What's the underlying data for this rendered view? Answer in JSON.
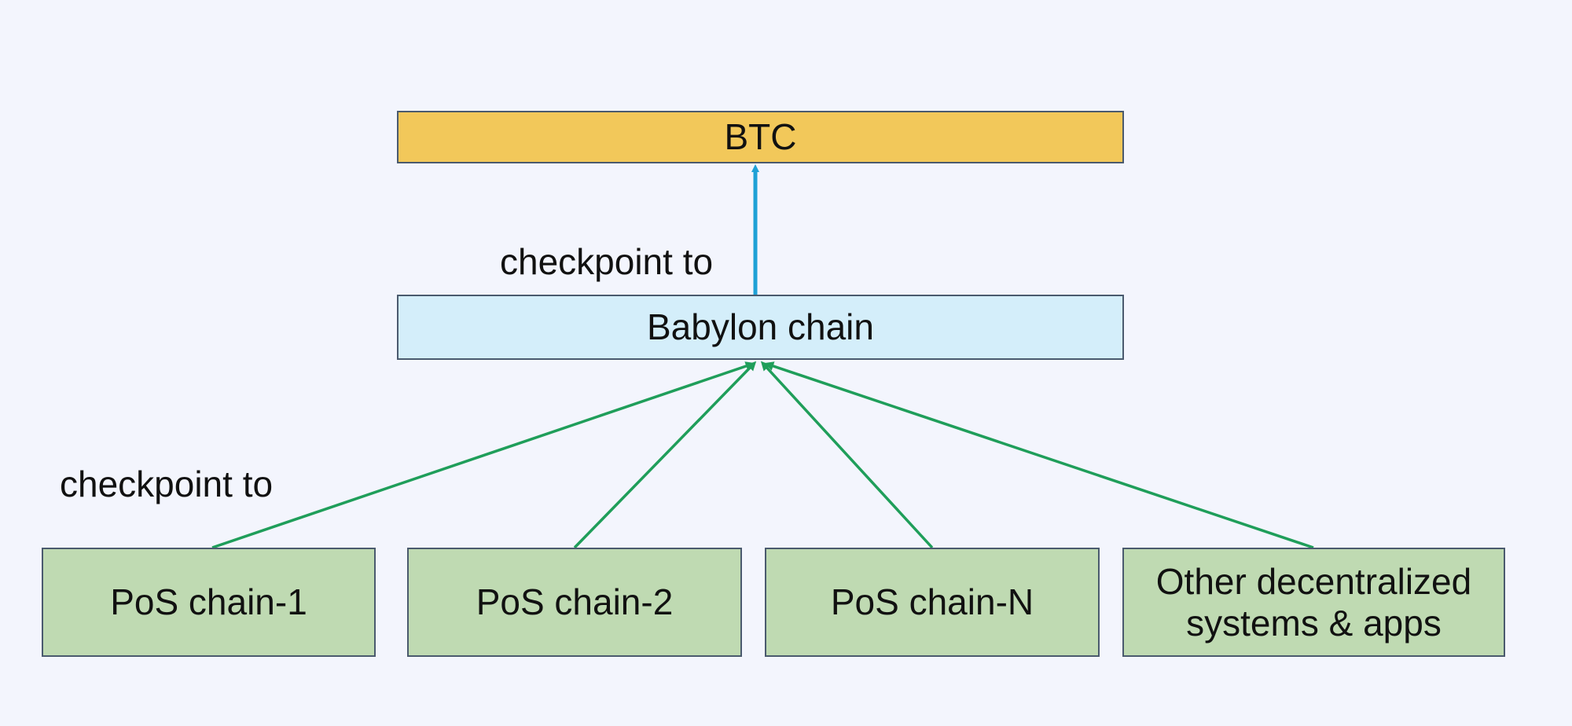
{
  "diagram": {
    "nodes": {
      "btc": "BTC",
      "babylon": "Babylon chain",
      "pos_chain_1": "PoS chain-1",
      "pos_chain_2": "PoS chain-2",
      "pos_chain_n": "PoS chain-N",
      "other": [
        "Other decentralized",
        "systems & apps"
      ]
    },
    "labels": {
      "babylon_to_btc": "checkpoint to",
      "chains_to_babylon": "checkpoint to"
    },
    "edges": [
      {
        "from": "babylon",
        "to": "btc",
        "label": "checkpoint to",
        "color": "#1ea1d6"
      },
      {
        "from": "pos_chain_1",
        "to": "babylon",
        "label": "checkpoint to",
        "color": "#1f9e5a"
      },
      {
        "from": "pos_chain_2",
        "to": "babylon",
        "label": "checkpoint to",
        "color": "#1f9e5a"
      },
      {
        "from": "pos_chain_n",
        "to": "babylon",
        "label": "checkpoint to",
        "color": "#1f9e5a"
      },
      {
        "from": "other",
        "to": "babylon",
        "label": "checkpoint to",
        "color": "#1f9e5a"
      }
    ],
    "colors": {
      "btc_fill": "#f2c85a",
      "babylon_fill": "#d4eefa",
      "chain_fill": "#bfdab2",
      "border": "#4a5a6e",
      "background": "#f3f5fd"
    }
  }
}
